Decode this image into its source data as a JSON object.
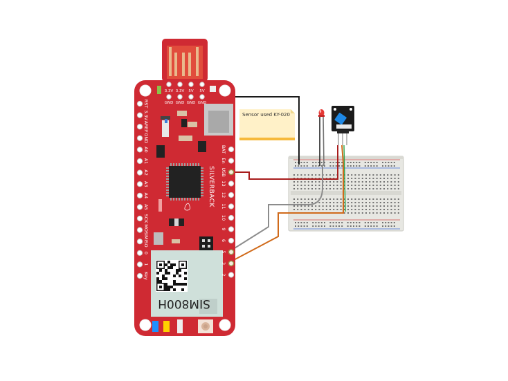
{
  "board": {
    "name": "SILVERBACK",
    "module": "SIM800H",
    "left_pins": [
      "RST",
      "3.3V",
      "AREF",
      "GND",
      "A0",
      "A1",
      "A2",
      "A3",
      "A4",
      "A5",
      "SCK",
      "MOSI",
      "MISO",
      "0",
      "1",
      "Key"
    ],
    "right_pins": [
      "BAT",
      "En",
      "USB",
      "13",
      "12",
      "11",
      "10",
      "9",
      "6",
      "5",
      "3",
      "2"
    ],
    "top_pins": [
      {
        "top": "3.3V",
        "bottom": "GND"
      },
      {
        "top": "3.3V",
        "bottom": "GND"
      },
      {
        "top": "5V",
        "bottom": "GND"
      },
      {
        "top": "5V",
        "bottom": "GND"
      }
    ],
    "colors": {
      "pcb": "#cf2a33",
      "pcb_dark": "#a81f28",
      "usb": "#f1593a",
      "module": "#cfe0da"
    }
  },
  "note": {
    "text": "Sensor used KY-020",
    "color": "#fff1c8"
  },
  "components": {
    "led": {
      "name": "LED",
      "color": "#e53935"
    },
    "sensor": {
      "name": "KY-020 tilt switch module",
      "color": "#1e88e5"
    }
  },
  "wires": [
    {
      "name": "5V",
      "color": "#1a1a1a"
    },
    {
      "name": "USB",
      "color": "#a81c1c"
    },
    {
      "name": "pin 5",
      "color": "#8c8c8c"
    },
    {
      "name": "pin 3",
      "color": "#d06a1a"
    }
  ]
}
